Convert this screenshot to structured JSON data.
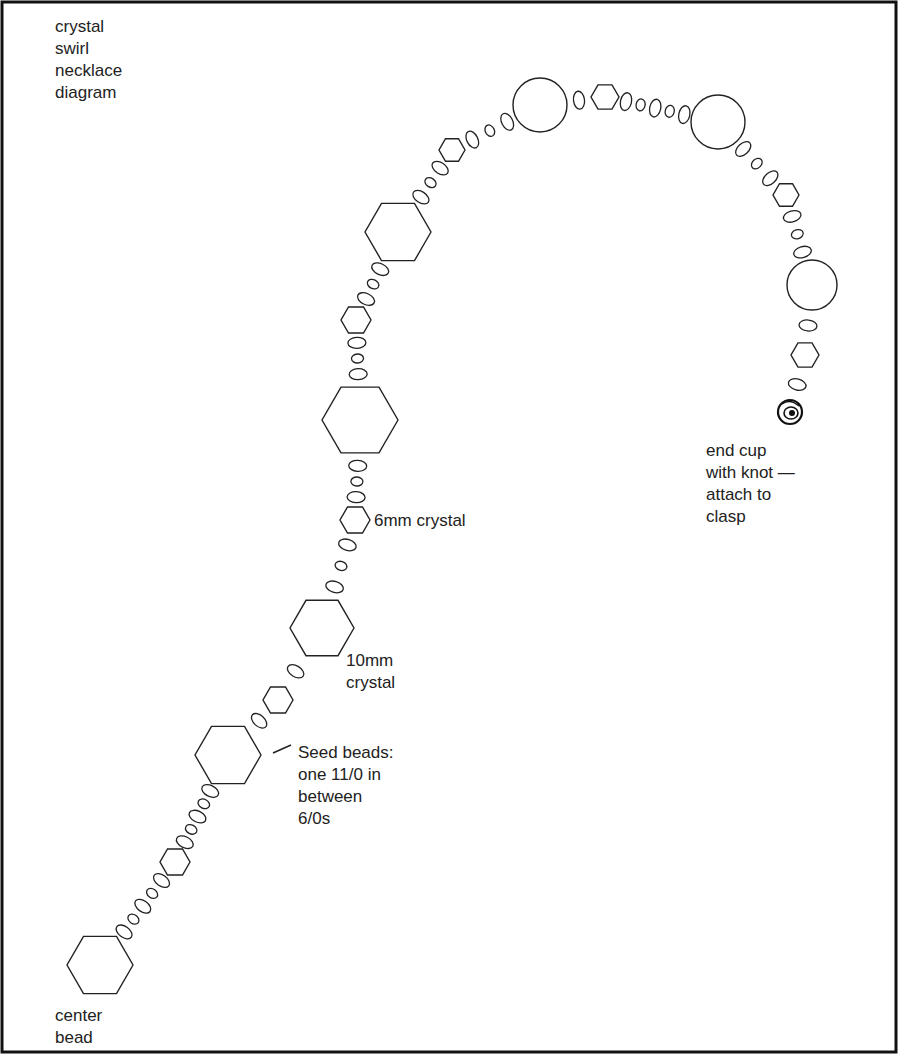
{
  "diagram": {
    "title": "crystal swirl necklace diagram",
    "labels": [
      "6mm crystal",
      "10mm crystal",
      "Seed beads: one 11/0 in between 6/0s",
      "center bead",
      "end cup with knot — attach to clasp"
    ]
  }
}
